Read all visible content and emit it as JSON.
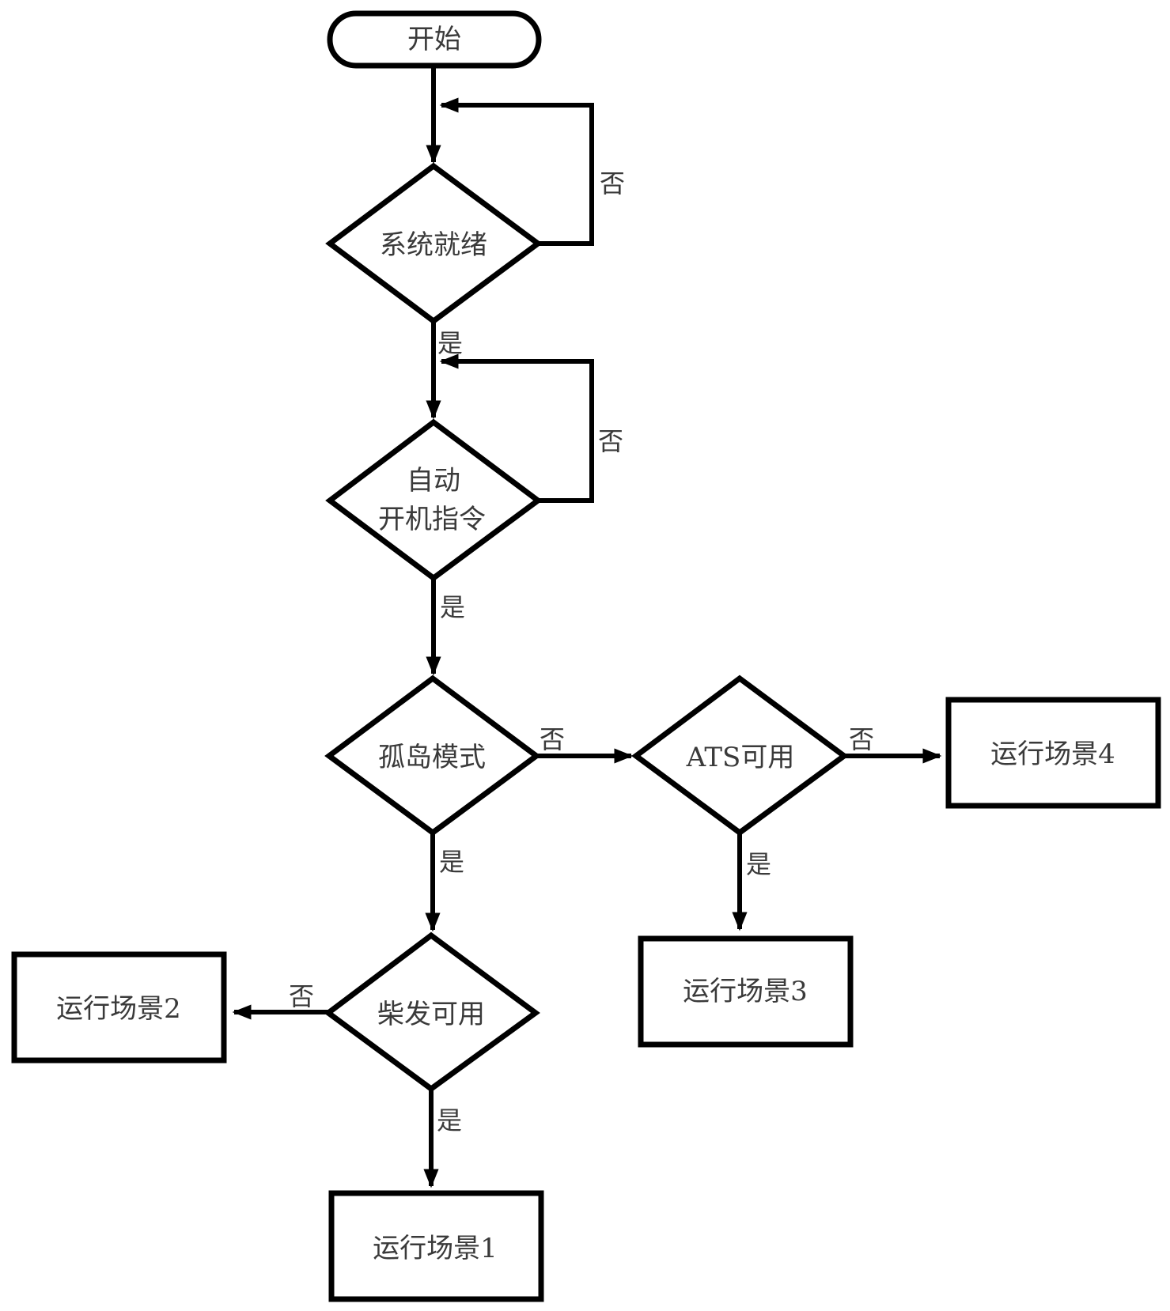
{
  "diagram": {
    "type": "flowchart",
    "nodes": {
      "start": {
        "label": "开始",
        "shape": "terminator"
      },
      "system_ready": {
        "label": "系统就绪",
        "shape": "decision"
      },
      "auto_start_cmd": {
        "label_line1": "自动",
        "label_line2": "开机指令",
        "shape": "decision"
      },
      "island_mode": {
        "label": "孤岛模式",
        "shape": "decision"
      },
      "ats_available": {
        "label": "ATS可用",
        "shape": "decision"
      },
      "diesel_available": {
        "label": "柴发可用",
        "shape": "decision"
      },
      "scenario_1": {
        "label": "运行场景1",
        "shape": "process"
      },
      "scenario_2": {
        "label": "运行场景2",
        "shape": "process"
      },
      "scenario_3": {
        "label": "运行场景3",
        "shape": "process"
      },
      "scenario_4": {
        "label": "运行场景4",
        "shape": "process"
      }
    },
    "edges": {
      "system_ready_no": {
        "from": "system_ready",
        "to": "system_ready",
        "label": "否"
      },
      "system_ready_yes": {
        "from": "system_ready",
        "to": "auto_start_cmd",
        "label": "是"
      },
      "auto_start_no": {
        "from": "auto_start_cmd",
        "to": "auto_start_cmd",
        "label": "否"
      },
      "auto_start_yes": {
        "from": "auto_start_cmd",
        "to": "island_mode",
        "label": "是"
      },
      "island_no": {
        "from": "island_mode",
        "to": "ats_available",
        "label": "否"
      },
      "island_yes": {
        "from": "island_mode",
        "to": "diesel_available",
        "label": "是"
      },
      "ats_no": {
        "from": "ats_available",
        "to": "scenario_4",
        "label": "否"
      },
      "ats_yes": {
        "from": "ats_available",
        "to": "scenario_3",
        "label": "是"
      },
      "diesel_no": {
        "from": "diesel_available",
        "to": "scenario_2",
        "label": "否"
      },
      "diesel_yes": {
        "from": "diesel_available",
        "to": "scenario_1",
        "label": "是"
      }
    }
  }
}
